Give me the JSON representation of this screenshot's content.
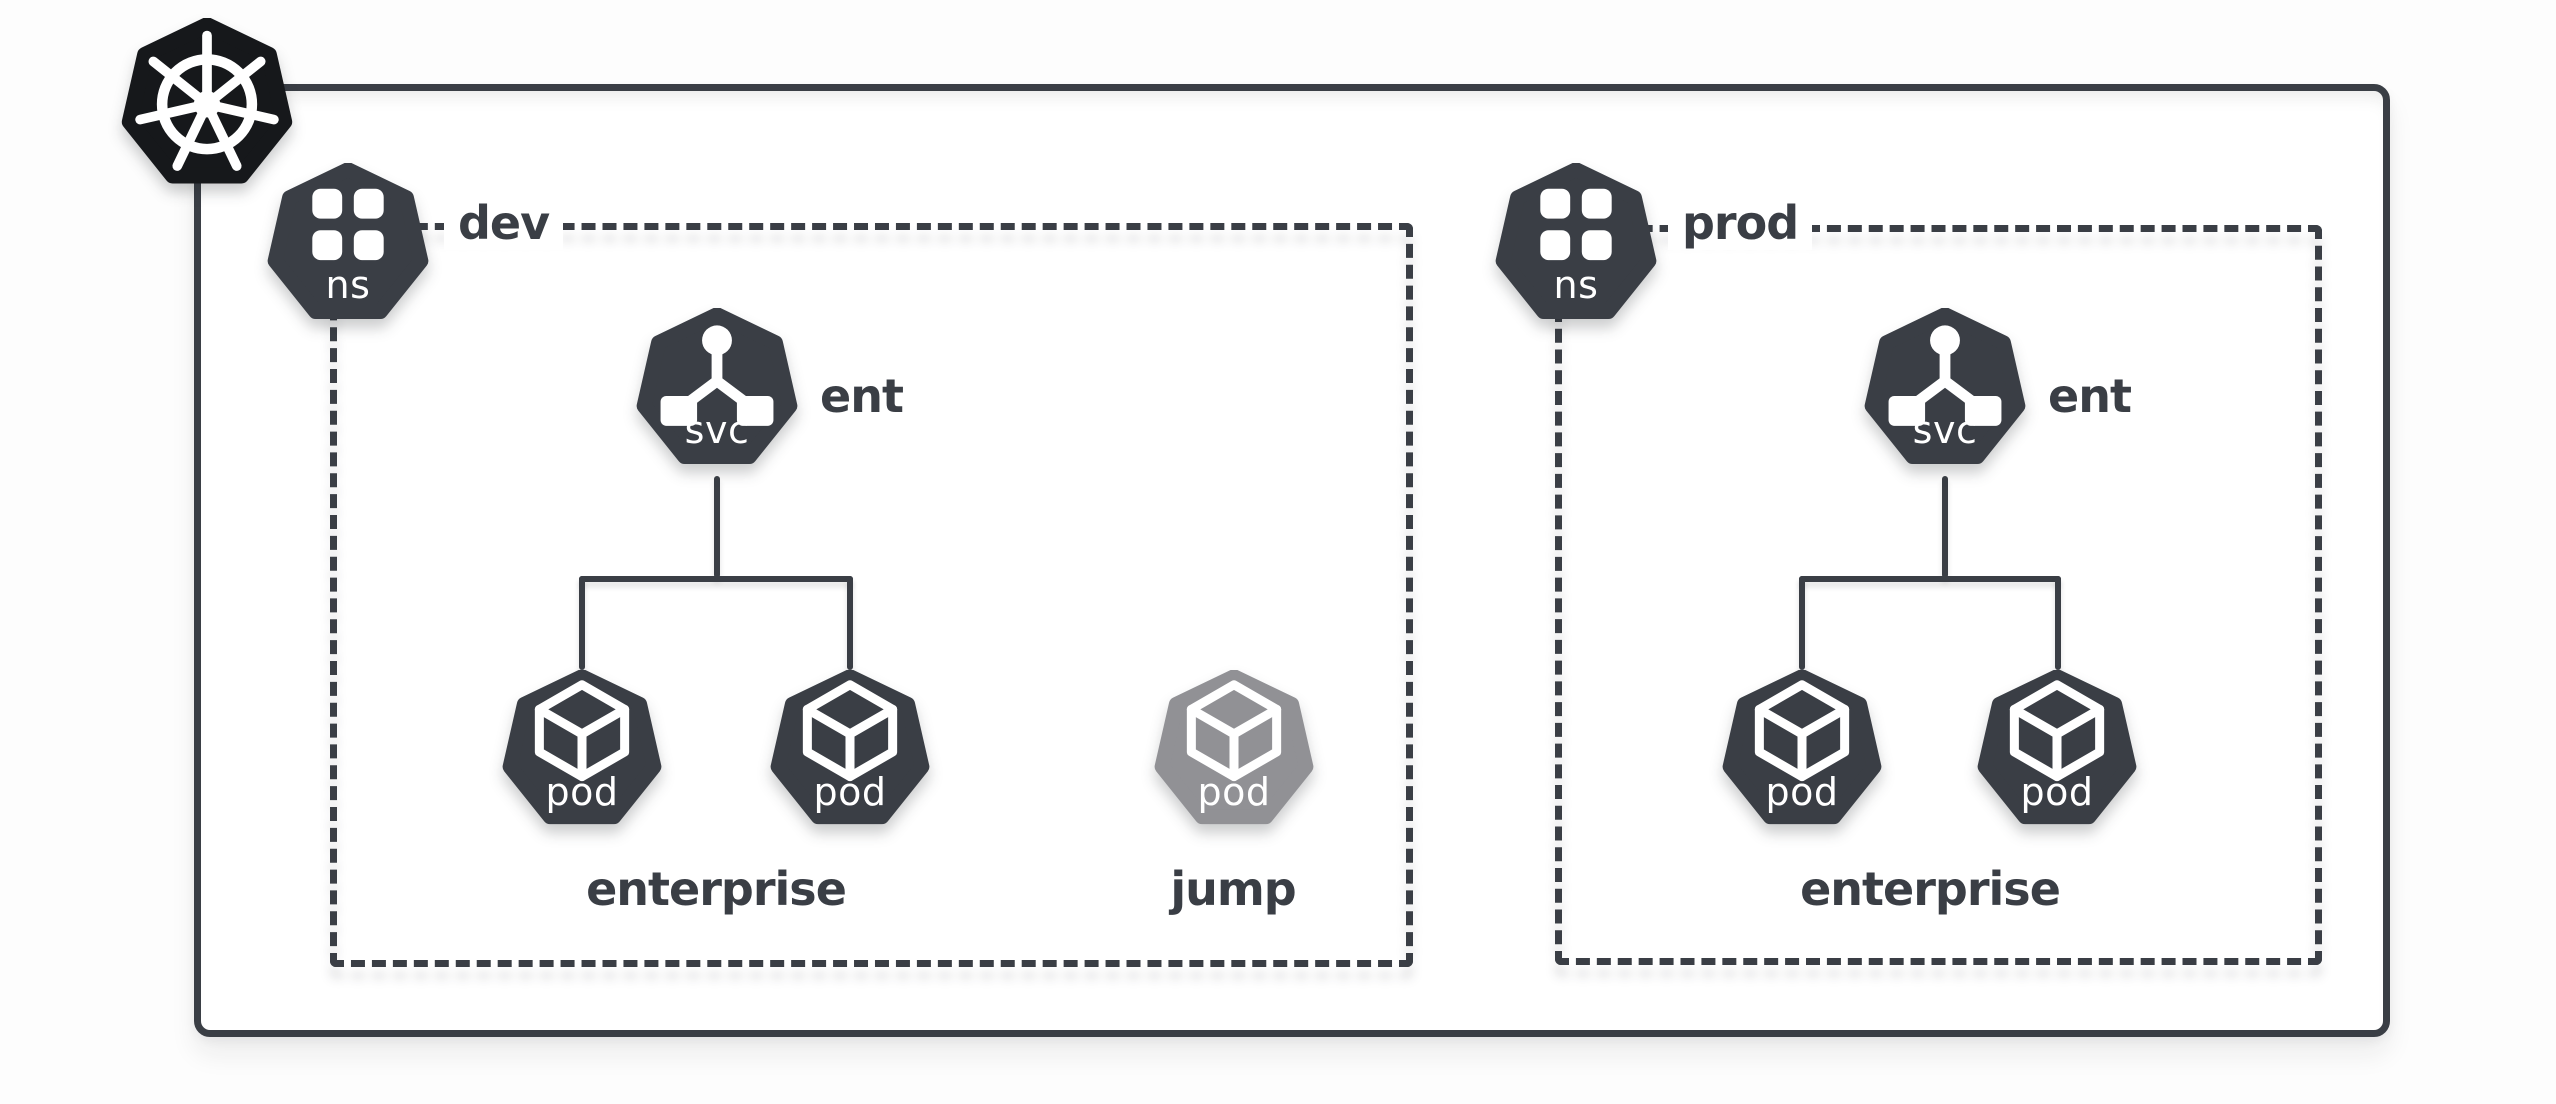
{
  "colors": {
    "dark": "#3a3e45",
    "logo_black": "#16181b",
    "muted_gray": "#919195",
    "canvas": "#fdfdfd",
    "surface": "#ffffff"
  },
  "cluster": {
    "logo_icon": "kubernetes-helm-wheel-icon"
  },
  "namespaces": [
    {
      "name": "dev",
      "ns_badge": "ns",
      "service": {
        "badge": "svc",
        "label": "ent",
        "icon": "service-branch-icon"
      },
      "pods": {
        "badge": "pod",
        "icon": "cube-icon",
        "deployment_label": "enterprise",
        "standalone_pod_label": "jump"
      }
    },
    {
      "name": "prod",
      "ns_badge": "ns",
      "service": {
        "badge": "svc",
        "label": "ent",
        "icon": "service-branch-icon"
      },
      "pods": {
        "badge": "pod",
        "icon": "cube-icon",
        "deployment_label": "enterprise"
      }
    }
  ]
}
